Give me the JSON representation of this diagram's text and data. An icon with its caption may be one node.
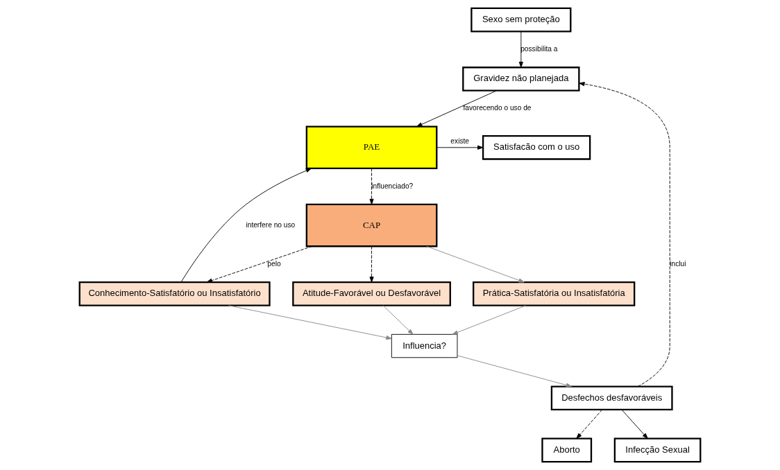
{
  "diagram": {
    "nodes": [
      {
        "text": [
          "Sexo sem proteção"
        ]
      },
      {
        "text": [
          "Gravidez não planejada"
        ]
      },
      {
        "text": [
          "PAE"
        ]
      },
      {
        "text": [
          "Satisfacão com o uso"
        ]
      },
      {
        "text": [
          "CAP"
        ]
      },
      {
        "text": [
          "Conhecimento-Satisfatório ou Insatisfatório"
        ]
      },
      {
        "text": [
          "Atitude-Favorável ou Desfavorável"
        ]
      },
      {
        "text": [
          "Prática-Satisfatória ou Insatisfatória"
        ]
      },
      {
        "text": [
          "Aborto"
        ]
      },
      {
        "text": [
          "Infecção Sexual"
        ]
      },
      {
        "text": [
          "Desfechos desfavoráveis"
        ]
      },
      {
        "text": [
          "Influencia?"
        ]
      }
    ],
    "edges": [
      {
        "from": 0,
        "to": 1,
        "arrow": "to",
        "label": "possibilita a"
      },
      {
        "from": 1,
        "to": 2,
        "arrow": "to",
        "label": "favorecendo o uso de"
      },
      {
        "from": 2,
        "to": 3,
        "arrow": "to",
        "label": "existe"
      },
      {
        "from": 5,
        "to": 2,
        "arrow": "to",
        "label": "interfere no uso"
      },
      {
        "from": 2,
        "to": 4,
        "arrow": "to",
        "label": "influenciado?",
        "style": "dashed"
      },
      {
        "from": 4,
        "to": 5,
        "arrow": "to",
        "label": "pelo",
        "style": "dashed"
      },
      {
        "from": 4,
        "to": 6,
        "arrow": "to",
        "style": "dashed"
      },
      {
        "from": 4,
        "to": 7,
        "arrow": "to",
        "color": "#888888"
      },
      {
        "from": 10,
        "to": 1,
        "arrow": "to",
        "label": "inclui",
        "style": "dashed"
      },
      {
        "from": 10,
        "to": 8,
        "arrow": "to",
        "style": "dashed"
      },
      {
        "from": 10,
        "to": 9,
        "arrow": "to"
      },
      {
        "from": 11,
        "to": 10,
        "arrow": "to",
        "color": "#888888"
      },
      {
        "from": 5,
        "to": 11,
        "arrow": "to",
        "color": "#888888"
      },
      {
        "from": 6,
        "to": 11,
        "arrow": "to",
        "color": "#888888"
      },
      {
        "from": 7,
        "to": 11,
        "arrow": "to",
        "color": "#888888"
      }
    ]
  }
}
